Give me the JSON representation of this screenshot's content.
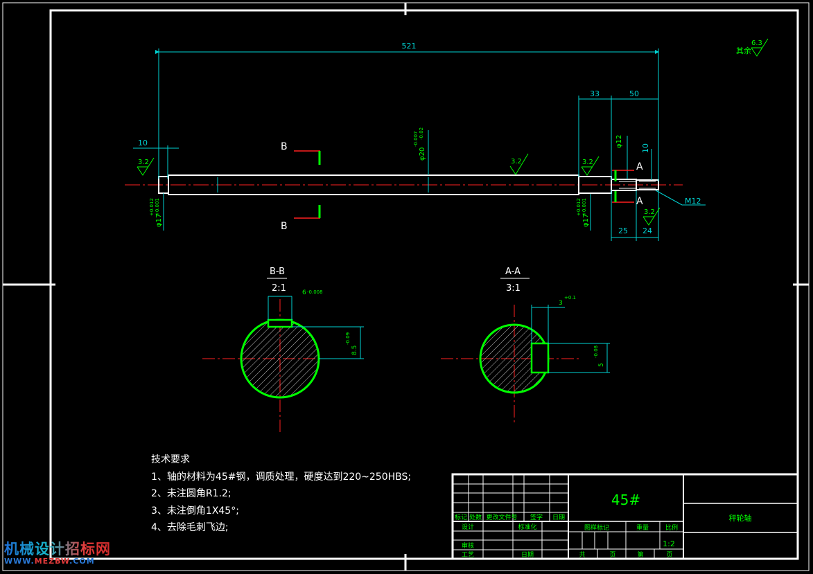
{
  "dimensions": {
    "overall": "521",
    "d33": "33",
    "d50": "50",
    "d10_left": "10",
    "d10_right": "10",
    "d25": "25",
    "d24": "24",
    "m12": "M12",
    "phi12": "φ12",
    "phi20": "φ20",
    "phi20_tol_upper": "-0.007",
    "phi20_tol_lower": "-0.02",
    "phi17": "φ17",
    "phi17_tol_upper": "+0.012",
    "phi17_tol_lower": "+0.001",
    "bb_width": "6",
    "bb_width_tol": "-0.008",
    "bb_depth": "8.5",
    "bb_depth_tol": "-0.09",
    "aa_width": "3",
    "aa_width_tol": "+0.1",
    "aa_depth": "5",
    "aa_depth_tol": "-0.08"
  },
  "surface_finish": {
    "main": "3.2",
    "rest_label": "其余",
    "rest_value": "6.3"
  },
  "section_markers": {
    "b": "B",
    "a": "A"
  },
  "sections": {
    "bb_name": "B-B",
    "bb_scale": "2:1",
    "aa_name": "A-A",
    "aa_scale": "3:1"
  },
  "tech_requirements": {
    "title": "技术要求",
    "items": [
      "1、轴的材料为45#钢，调质处理，硬度达到220~250HBS;",
      "2、未注圆角R1.2;",
      "3、未注倒角1X45°;",
      "4、去除毛刺飞边;"
    ]
  },
  "title_block": {
    "material": "45#",
    "part_name": "秤轮轴",
    "scale_value": "1:2",
    "col_labels": [
      "标记",
      "处数",
      "更改文件号",
      "签字",
      "日期"
    ],
    "design": "设计",
    "standardize": "标准化",
    "review": "审核",
    "process": "工艺",
    "date": "日期",
    "drawing_mark": "图样标记",
    "weight": "重量",
    "scale": "比例",
    "total": "共",
    "sheet": "页",
    "number": "第",
    "page": "页"
  },
  "watermark": {
    "text": "机械设计招标网",
    "url_prefix": "WWW.",
    "url_mid": "MEZBW",
    "url_suffix": ".COM"
  },
  "colors": {
    "background": "#000000",
    "outline": "#ffffff",
    "dimension": "#00d4d4",
    "annotation": "#00ff00",
    "centerline": "#ff2020"
  }
}
